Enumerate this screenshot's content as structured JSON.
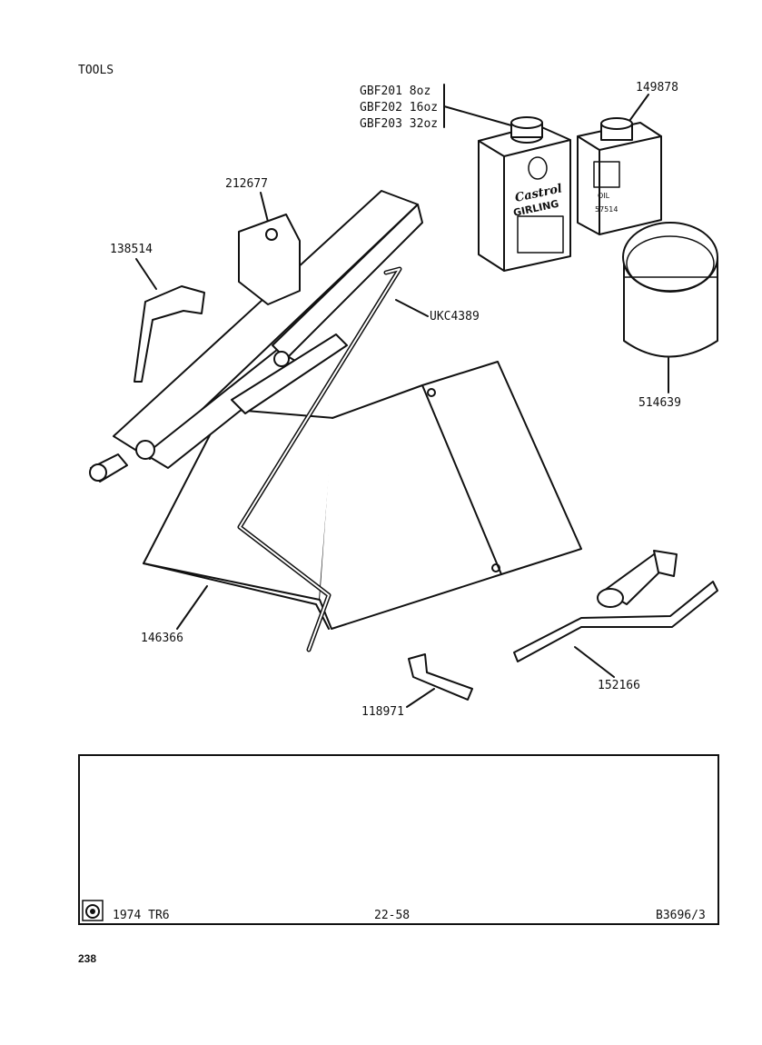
{
  "page": {
    "title": "TOOLS",
    "page_number": "238"
  },
  "parts": {
    "brake_fluid": [
      "GBF201 8oz",
      "GBF202 16oz",
      "GBF203 32oz"
    ],
    "oil_can": "149878",
    "jack": "212677",
    "jack_handle": "138514",
    "wheel_brace": "UKC4389",
    "grease_tin": "514639",
    "tool_roll": "146366",
    "tyre_lever": "118971",
    "wheel_nut_wrench": "152166"
  },
  "can_labels": {
    "brand": "Castrol",
    "product": "GIRLING",
    "oil_text": "OIL",
    "oil_code": "57514"
  },
  "footer": {
    "model": "1974 TR6",
    "section": "22-58",
    "ref": "B3696/3"
  }
}
